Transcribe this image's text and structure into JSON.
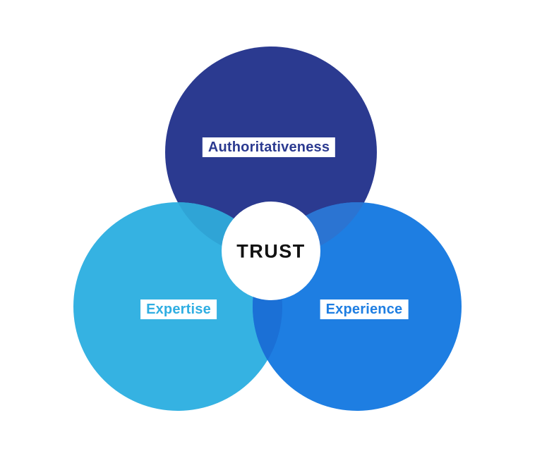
{
  "diagram": {
    "type": "venn",
    "center_label": "TRUST",
    "circles": [
      {
        "id": "top",
        "label": "Authoritativeness",
        "color": "#2B3A90",
        "text_color": "#2B3A90"
      },
      {
        "id": "bottom_left",
        "label": "Expertise",
        "color": "#35B2E2",
        "text_color": "#2FAEE2"
      },
      {
        "id": "bottom_right",
        "label": "Experience",
        "color": "#1E7EE2",
        "text_color": "#1E7EE2"
      }
    ],
    "overlaps": {
      "top_left_color": "#2FA4D6",
      "top_right_color": "#2B74D2",
      "left_right_color": "#1B70D6"
    },
    "center_circle_color": "#FFFFFF",
    "background_color": "#FFFFFF"
  }
}
